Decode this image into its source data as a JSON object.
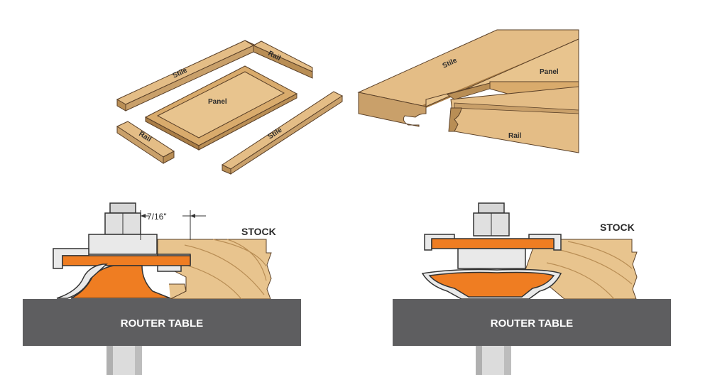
{
  "colors": {
    "wood": "#e4bd86",
    "wood_dark": "#b98e55",
    "wood_edge": "#8a6436",
    "cutter": "#ef7d22",
    "steel": "#c9c9c9",
    "table": "#5e5e60",
    "outline": "#333333"
  },
  "exploded_view": {
    "stile_top": "Stile",
    "rail_top": "Rail",
    "panel": "Panel",
    "rail_left": "Rail",
    "stile_right": "Stile"
  },
  "joint_view": {
    "stile": "Stile",
    "panel": "Panel",
    "rail": "Rail"
  },
  "router_left": {
    "dimension": "7/16\"",
    "stock_label": "STOCK",
    "table_label": "ROUTER TABLE"
  },
  "router_right": {
    "stock_label": "STOCK",
    "table_label": "ROUTER TABLE"
  }
}
